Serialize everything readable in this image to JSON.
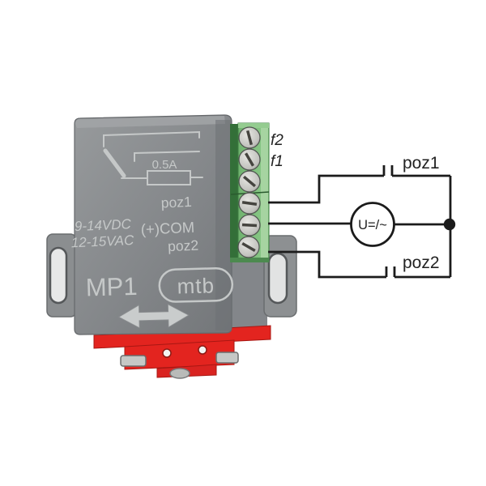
{
  "module": {
    "model": "MP1",
    "brand": "mtb",
    "fuse_rating": "0.5A",
    "power_dc": "9-14VDC",
    "power_ac": "12-15VAC",
    "label_poz1": "poz1",
    "label_com": "(+)COM",
    "label_poz2": "poz2"
  },
  "schematic": {
    "terminal_f2": "f2",
    "terminal_f1": "f1",
    "output_poz1": "poz1",
    "output_poz2": "poz2",
    "source_label": "U=/~"
  },
  "colors": {
    "module_gray": "#85888a",
    "terminal_green": "#7bbb79",
    "base_red": "#e3241f",
    "engraving": "#c5c8c8",
    "wire": "#1b1b1b"
  }
}
